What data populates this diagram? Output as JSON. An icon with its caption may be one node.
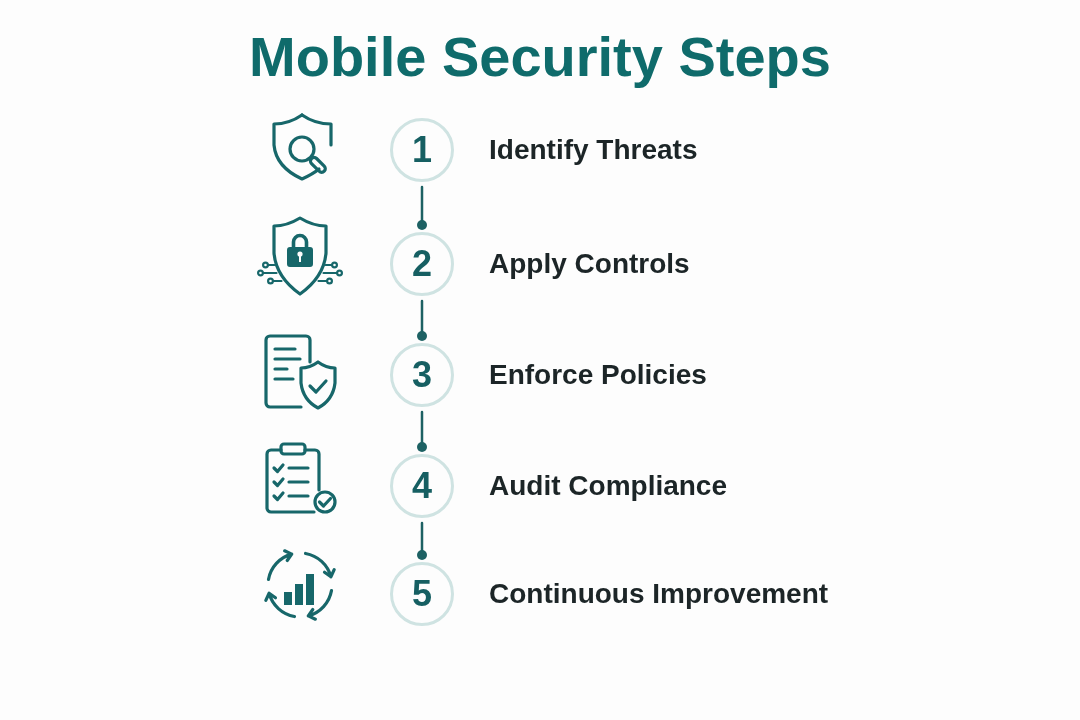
{
  "diagram": {
    "title": "Mobile Security Steps",
    "nodes": [
      {
        "text": [
          "1"
        ],
        "beside": [
          "Identify Threats"
        ]
      },
      {
        "text": [
          "2"
        ],
        "beside": [
          "Apply Controls"
        ]
      },
      {
        "text": [
          "3"
        ],
        "beside": [
          "Enforce Policies"
        ]
      },
      {
        "text": [
          "4"
        ],
        "beside": [
          "Audit Compliance"
        ]
      },
      {
        "text": [
          "5"
        ],
        "beside": [
          "Continuous Improvement"
        ]
      }
    ],
    "edges": [
      {
        "from": 0,
        "to": 1,
        "arrow": "other"
      },
      {
        "from": 1,
        "to": 2,
        "arrow": "other"
      },
      {
        "from": 2,
        "to": 3,
        "arrow": "other"
      },
      {
        "from": 3,
        "to": 4,
        "arrow": "other"
      }
    ]
  }
}
